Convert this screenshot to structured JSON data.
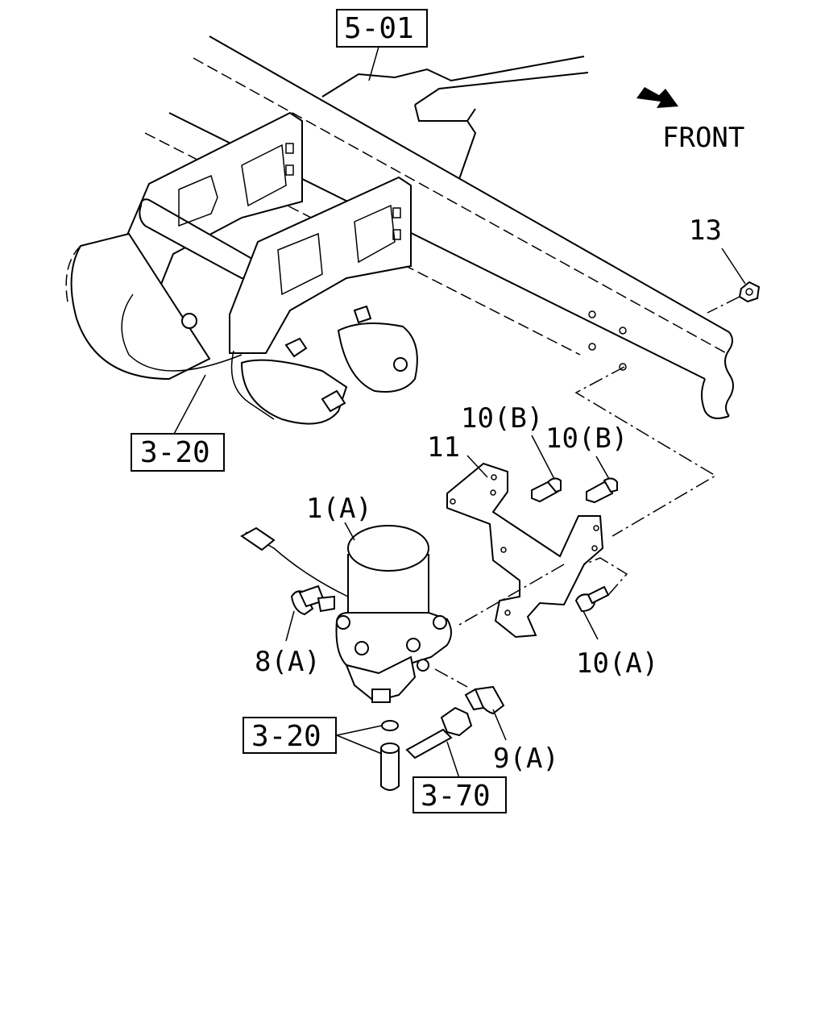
{
  "orientation": {
    "front_label": "FRONT",
    "arrow_icon": "front-direction-arrow-icon"
  },
  "reference_boxes": [
    {
      "id": "ref-5-01",
      "text": "5-01"
    },
    {
      "id": "ref-3-20-upper",
      "text": "3-20"
    },
    {
      "id": "ref-3-20-lower",
      "text": "3-20"
    },
    {
      "id": "ref-3-70",
      "text": "3-70"
    }
  ],
  "callouts": [
    {
      "id": "callout-13",
      "text": "13"
    },
    {
      "id": "callout-11",
      "text": "11"
    },
    {
      "id": "callout-10b-left",
      "text": "10(B)"
    },
    {
      "id": "callout-10b-right",
      "text": "10(B)"
    },
    {
      "id": "callout-1a",
      "text": "1(A)"
    },
    {
      "id": "callout-8a",
      "text": "8(A)"
    },
    {
      "id": "callout-10a",
      "text": "10(A)"
    },
    {
      "id": "callout-9a",
      "text": "9(A)"
    }
  ]
}
